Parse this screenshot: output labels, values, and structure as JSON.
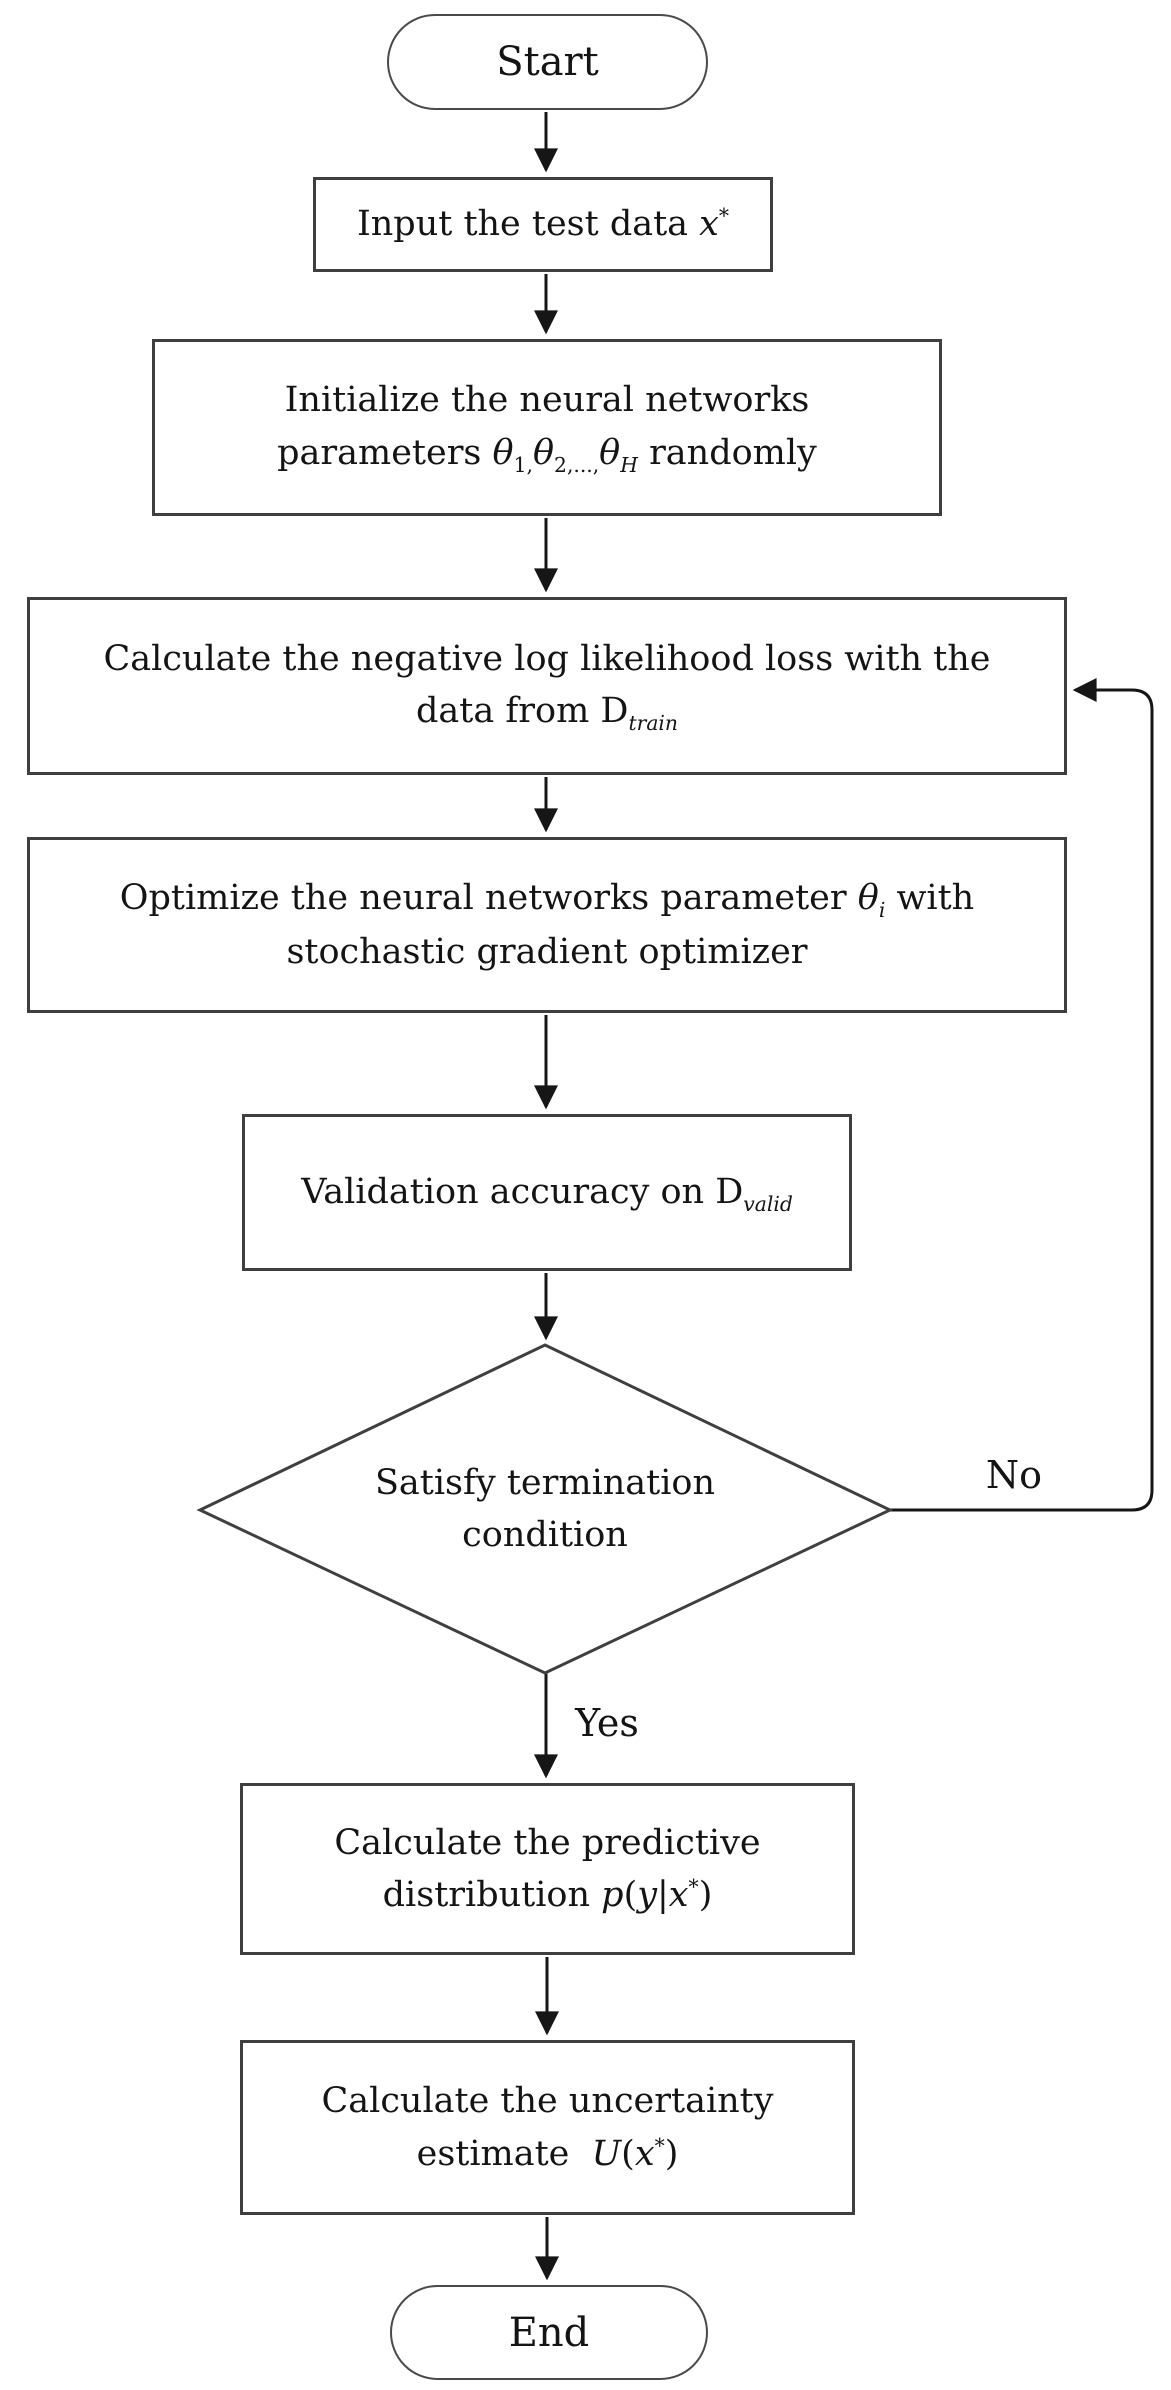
{
  "diagram": {
    "type": "flowchart",
    "colors": {
      "background": "#ffffff",
      "box_stroke": "#3f3f3f",
      "terminator_stroke": "#4a4a4a",
      "connector": "#161616",
      "text": "#141414"
    },
    "nodes": {
      "start": {
        "shape": "terminator",
        "label": [
          {
            "t": "Start"
          }
        ]
      },
      "input": {
        "shape": "process",
        "label": [
          {
            "t": "Input the test data "
          },
          {
            "t": "x",
            "s": "i"
          },
          {
            "t": "*",
            "s": "sup"
          }
        ]
      },
      "init": {
        "shape": "process",
        "label": [
          {
            "t": "Initialize the neural networks"
          },
          {
            "s": "br"
          },
          {
            "t": "parameters "
          },
          {
            "t": "θ",
            "s": "i"
          },
          {
            "t": "1",
            "s": "sub"
          },
          {
            "t": ",",
            "s": "sub"
          },
          {
            "t": "θ",
            "s": "i"
          },
          {
            "t": "2",
            "s": "sub"
          },
          {
            "t": ",...,",
            "s": "sub"
          },
          {
            "t": "θ",
            "s": "i"
          },
          {
            "t": "H",
            "s": "subi"
          },
          {
            "t": " randomly"
          }
        ]
      },
      "nll": {
        "shape": "process",
        "label": [
          {
            "t": "Calculate the negative log likelihood loss with the"
          },
          {
            "s": "br"
          },
          {
            "t": "data from "
          },
          {
            "t": "D"
          },
          {
            "t": "train",
            "s": "subi"
          }
        ]
      },
      "optimize": {
        "shape": "process",
        "label": [
          {
            "t": "Optimize the neural networks parameter "
          },
          {
            "t": "θ",
            "s": "i"
          },
          {
            "t": "i",
            "s": "subi"
          },
          {
            "t": " with"
          },
          {
            "s": "br"
          },
          {
            "t": "stochastic gradient optimizer"
          }
        ]
      },
      "validation": {
        "shape": "process",
        "label": [
          {
            "t": "Validation accuracy on "
          },
          {
            "t": "D"
          },
          {
            "t": "valid",
            "s": "subi"
          }
        ]
      },
      "termination": {
        "shape": "decision",
        "label": [
          {
            "t": "Satisfy termination"
          },
          {
            "s": "br"
          },
          {
            "t": "condition"
          }
        ]
      },
      "predictive": {
        "shape": "process",
        "label": [
          {
            "t": "Calculate the predictive"
          },
          {
            "s": "br"
          },
          {
            "t": "distribution "
          },
          {
            "t": "p",
            "s": "i"
          },
          {
            "t": "("
          },
          {
            "t": "y",
            "s": "i"
          },
          {
            "t": "|"
          },
          {
            "t": "x",
            "s": "i"
          },
          {
            "t": "*",
            "s": "sup"
          },
          {
            "t": ")"
          }
        ]
      },
      "uncertainty": {
        "shape": "process",
        "label": [
          {
            "t": "Calculate the uncertainty"
          },
          {
            "s": "br"
          },
          {
            "t": "estimate  "
          },
          {
            "t": "U",
            "s": "i"
          },
          {
            "t": "("
          },
          {
            "t": "x",
            "s": "i"
          },
          {
            "t": "*",
            "s": "sup"
          },
          {
            "t": ")"
          }
        ]
      },
      "end": {
        "shape": "terminator",
        "label": [
          {
            "t": "End"
          }
        ]
      }
    },
    "edge_labels": {
      "no": "No",
      "yes": "Yes"
    }
  }
}
